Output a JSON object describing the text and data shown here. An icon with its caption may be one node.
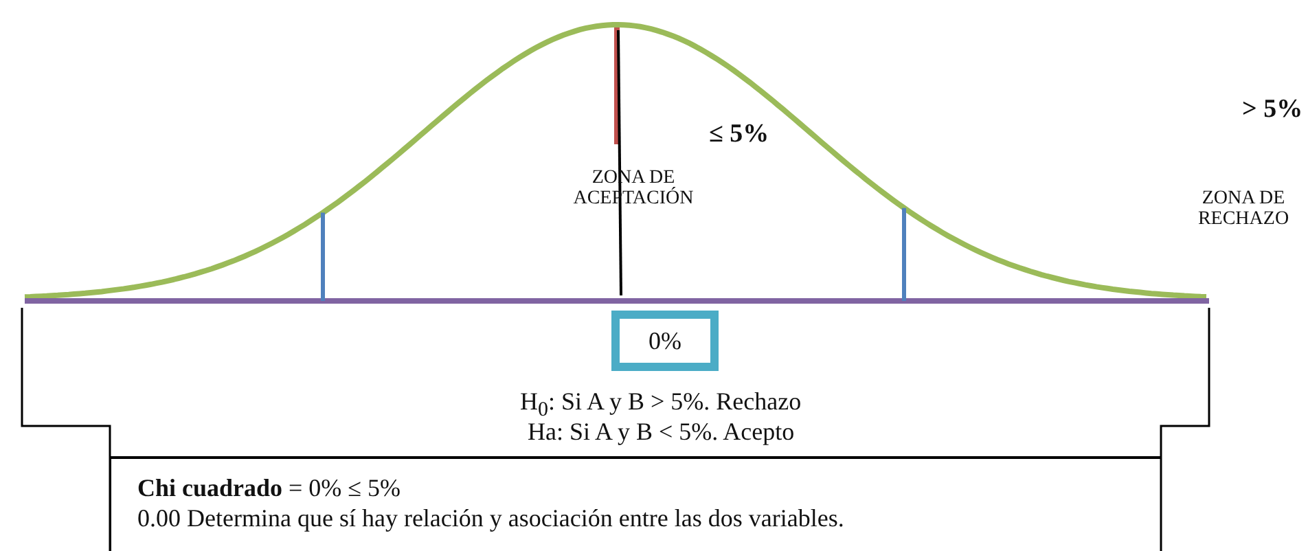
{
  "diagram": {
    "nodes": [
      {
        "text": [
          "0%"
        ]
      },
      {
        "text": [
          "**Chi cuadrado** = 0% ≤ 5%",
          "0.00 Determina que sí hay relación y asociación entre las dos variables."
        ]
      }
    ],
    "edges": [],
    "labels": [
      "> 5%",
      "≤ 5%",
      "ZONA DE ACEPTACIÓN",
      "ZONA DE RECHAZO",
      "H$_{0}$: Si A y B > 5%. Rechazo",
      "Ha: Si A y B < 5%. Acepto"
    ]
  }
}
